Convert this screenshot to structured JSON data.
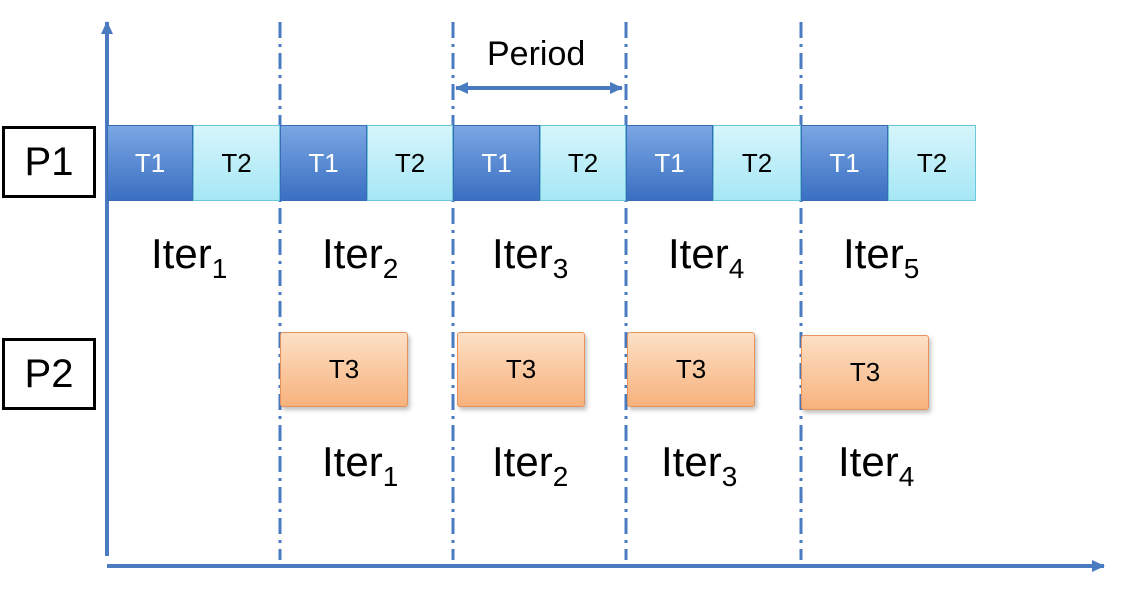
{
  "processors": [
    {
      "label": "P1"
    },
    {
      "label": "P2"
    }
  ],
  "period_label": "Period",
  "p1_tasks": [
    "T1",
    "T2",
    "T1",
    "T2",
    "T1",
    "T2",
    "T1",
    "T2",
    "T1",
    "T2"
  ],
  "p1_iterations": [
    {
      "base": "Iter",
      "sub": "1"
    },
    {
      "base": "Iter",
      "sub": "2"
    },
    {
      "base": "Iter",
      "sub": "3"
    },
    {
      "base": "Iter",
      "sub": "4"
    },
    {
      "base": "Iter",
      "sub": "5"
    }
  ],
  "p2_tasks": [
    "T3",
    "T3",
    "T3",
    "T3"
  ],
  "p2_iterations": [
    {
      "base": "Iter",
      "sub": "1"
    },
    {
      "base": "Iter",
      "sub": "2"
    },
    {
      "base": "Iter",
      "sub": "3"
    },
    {
      "base": "Iter",
      "sub": "4"
    }
  ],
  "colors": {
    "axis": "#4a7bc0",
    "t1": "#4a7fd0",
    "t2": "#bdeff9",
    "t3": "#fac49a"
  }
}
